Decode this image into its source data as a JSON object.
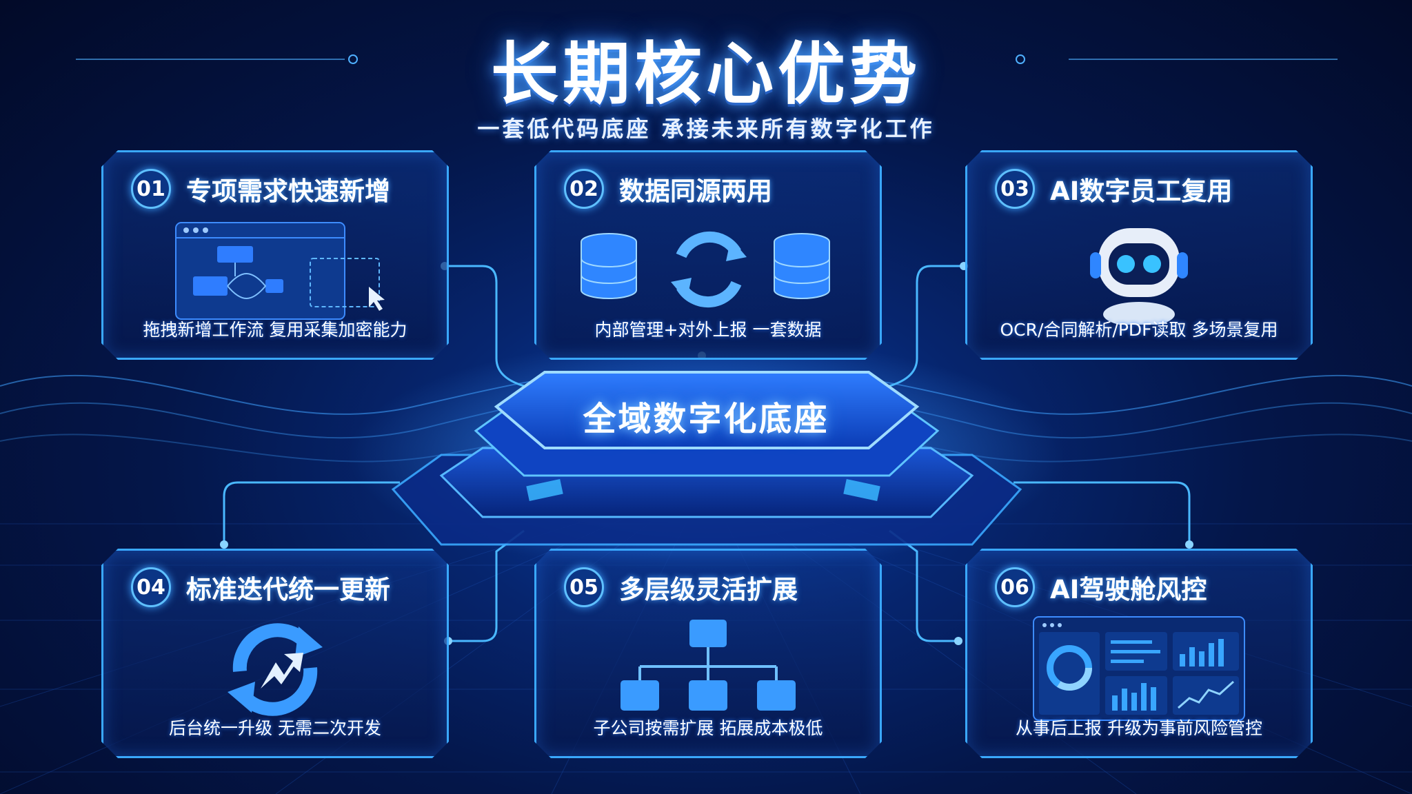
{
  "title": "长期核心优势",
  "subtitle": "一套低代码底座 承接未来所有数字化工作",
  "hub": {
    "label": "全域数字化底座"
  },
  "cards": [
    {
      "num": "01",
      "title": "专项需求快速新增",
      "desc": "拖拽新增工作流 复用采集加密能力",
      "icon": "workflow-builder-icon"
    },
    {
      "num": "02",
      "title": "数据同源两用",
      "desc": "内部管理+对外上报 一套数据",
      "icon": "database-sync-icon"
    },
    {
      "num": "03",
      "title": "AI数字员工复用",
      "desc": "OCR/合同解析/PDF读取 多场景复用",
      "icon": "robot-icon"
    },
    {
      "num": "04",
      "title": "标准迭代统一更新",
      "desc": "后台统一升级 无需二次开发",
      "icon": "refresh-upgrade-icon"
    },
    {
      "num": "05",
      "title": "多层级灵活扩展",
      "desc": "子公司按需扩展 拓展成本极低",
      "icon": "hierarchy-icon"
    },
    {
      "num": "06",
      "title": "AI驾驶舱风控",
      "desc": "从事后上报 升级为事前风险管控",
      "icon": "dashboard-icon"
    }
  ],
  "colors": {
    "accent": "#3aa8ff",
    "glow": "#4fa8ff",
    "background": "#041649"
  }
}
